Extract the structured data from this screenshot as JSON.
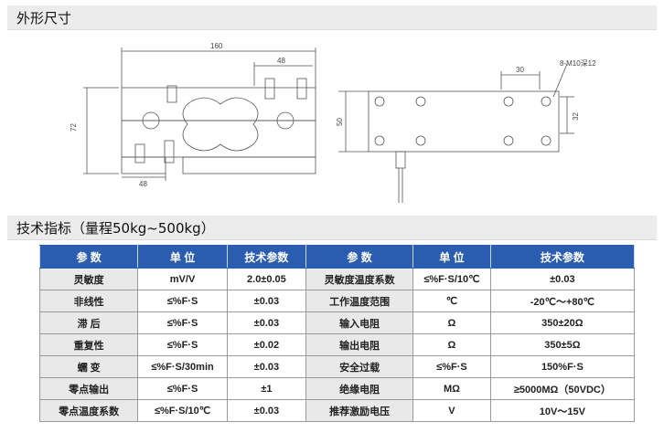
{
  "section1": {
    "title": "外形尺寸"
  },
  "section2": {
    "title": "技术指标（量程50kg~500kg）"
  },
  "drawing": {
    "dims": {
      "width": "160",
      "hole": "48",
      "hole_bottom": "48",
      "height": "72",
      "side_height": "50",
      "spacing": "30",
      "thread": "8-M10深12",
      "vspacing": "32"
    }
  },
  "table": {
    "headers": [
      "参 数",
      "单 位",
      "技术参数",
      "参 数",
      "单 位",
      "技术参数"
    ],
    "rows": [
      [
        "灵敏度",
        "mV/V",
        "2.0±0.05",
        "灵敏度温度系数",
        "≤%F·S/10℃",
        "±0.03"
      ],
      [
        "非线性",
        "≤%F·S",
        "±0.03",
        "工作温度范围",
        "℃",
        "-20℃～+80℃"
      ],
      [
        "滞 后",
        "≤%F·S",
        "±0.03",
        "输入电阻",
        "Ω",
        "350±20Ω"
      ],
      [
        "重复性",
        "≤%F·S",
        "±0.02",
        "输出电阻",
        "Ω",
        "350±5Ω"
      ],
      [
        "蠕 变",
        "≤%F·S/30min",
        "±0.03",
        "安全过载",
        "≤%F·S",
        "150%F·S"
      ],
      [
        "零点输出",
        "≤%F·S",
        "±1",
        "绝缘电阻",
        "MΩ",
        "≥5000MΩ（50VDC）"
      ],
      [
        "零点温度系数",
        "≤%F·S/10℃",
        "±0.03",
        "推荐激励电压",
        "V",
        "10V～15V"
      ]
    ]
  }
}
